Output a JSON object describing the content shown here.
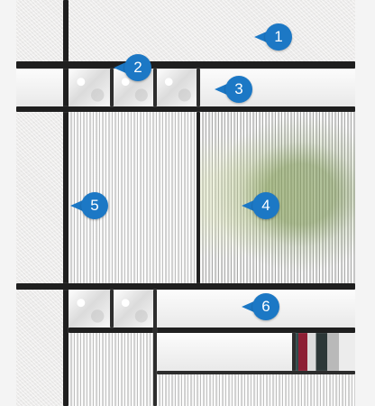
{
  "markers": [
    {
      "label": "1"
    },
    {
      "label": "2"
    },
    {
      "label": "3"
    },
    {
      "label": "4"
    },
    {
      "label": "5"
    },
    {
      "label": "6"
    }
  ],
  "colors": {
    "marker": "#1c78c5",
    "marker_text": "#ffffff",
    "lead": "#1f1f1f",
    "glass": "#ecebea"
  }
}
